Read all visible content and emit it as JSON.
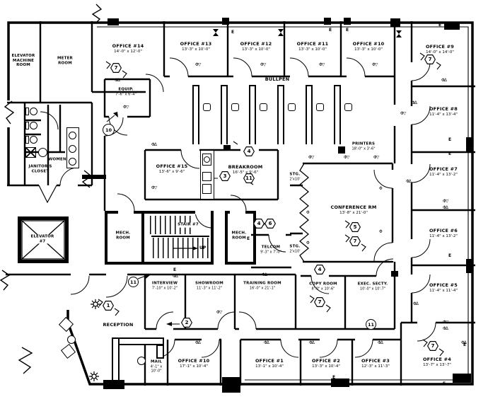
{
  "rooms": {
    "office14": {
      "name": "OFFICE #14",
      "dims": "14'-0\" x 12'-0\""
    },
    "office13": {
      "name": "OFFICE #13",
      "dims": "13'-3\" x 10'-0\""
    },
    "office12": {
      "name": "OFFICE #12",
      "dims": "13'-3\" x 10'-0\""
    },
    "office11": {
      "name": "OFFICE #11",
      "dims": "13'-3\" x 10'-0\""
    },
    "office10": {
      "name": "OFFICE #10",
      "dims": "13'-3\" x 10'-0\""
    },
    "office9": {
      "name": "OFFICE #9",
      "dims": "14'-0\" x 14'-0\""
    },
    "office8": {
      "name": "OFFICE #8",
      "dims": "11'-4\" x 13'-4\""
    },
    "office7": {
      "name": "OFFICE #7",
      "dims": "11'-4\" x 13'-2\""
    },
    "office6": {
      "name": "OFFICE #6",
      "dims": "11'-4\" x 13'-2\""
    },
    "office5": {
      "name": "OFFICE #5",
      "dims": "11'-4\" x 11'-4\""
    },
    "office4": {
      "name": "OFFICE #4",
      "dims": "13'-7\" x 13'-7\""
    },
    "office3": {
      "name": "OFFICE #3",
      "dims": "12'-3\" x 11'-3\""
    },
    "office2": {
      "name": "OFFICE #2",
      "dims": "13'-3\" x 10'-4\""
    },
    "office1": {
      "name": "OFFICE #1",
      "dims": "13'-1\" x 10'-4\""
    },
    "office10b": {
      "name": "OFFICE #10",
      "dims": "17'-1\" x 10'-4\""
    },
    "office15": {
      "name": "OFFICE #15",
      "dims": "13'-6\" x 9'-6\""
    },
    "mail": {
      "name": "MAIL",
      "dims": "4'-1\" x 10'-0\""
    },
    "breakroom": {
      "name": "BREAKROOM",
      "dims": "16'-5\" x 9'-6\""
    },
    "bullpen": {
      "name": "BULLPEN"
    },
    "equip": {
      "name": "EQUIP.",
      "dims": "7'-6\" x 6'-4\""
    },
    "printers": {
      "name": "PRINTERS",
      "dims": "18'-0\" x 3'-6\""
    },
    "stg1": {
      "name": "STG.",
      "dims": "2'x10'"
    },
    "stg2": {
      "name": "STG.",
      "dims": "2'x10'"
    },
    "conference": {
      "name": "CONFERENCE RM",
      "dims": "13'-8\" x 21'-0\""
    },
    "mech1": {
      "name": "MECH. ROOM"
    },
    "mech2": {
      "name": "MECH. ROOM"
    },
    "stair": {
      "name": "STAIR #7",
      "up": "UP"
    },
    "telcom": {
      "name": "TELCOM",
      "dims": "9'-3\" x 7'-0\""
    },
    "interview": {
      "name": "INTERVIEW",
      "dims": "7'-10\" x 10'-2\""
    },
    "showroom": {
      "name": "SHOWROOM",
      "dims": "11'-3\" x 11'-2\""
    },
    "training": {
      "name": "TRAINING ROOM",
      "dims": "16'-0\" x 21'-1\""
    },
    "copy": {
      "name": "COPY ROOM",
      "dims": "8'-0\" x 10'-6\""
    },
    "exec": {
      "name": "EXEC. SECTY.",
      "dims": "10'-0\" x 10'-7\""
    },
    "reception": {
      "name": "RECEPTION"
    },
    "elevator": {
      "name": "ELEVATOR #7"
    },
    "elev_machine": {
      "name": "ELEVATOR MACHINE ROOM"
    },
    "meter": {
      "name": "METER ROOM"
    },
    "janitor": {
      "name": "JANITOR'S CLOSET"
    },
    "women": {
      "name": "WOMEN"
    }
  },
  "callouts": {
    "office14": "7",
    "office9": "7",
    "equip": "10",
    "counter": "3",
    "break_a": "4",
    "break_b": "11",
    "lobby_a": "4",
    "lobby_b": "6",
    "conf_a": "5",
    "conf_b": "7",
    "reception": "1",
    "corridor": "2",
    "interview": "11",
    "copy_a": "4",
    "copy_b": "7",
    "exec": "11",
    "office4": "7"
  },
  "symbols": {
    "exit": "E",
    "mark_up": "ΦΔ",
    "mark_dn": "Φ▽",
    "fixture": "Φ"
  }
}
